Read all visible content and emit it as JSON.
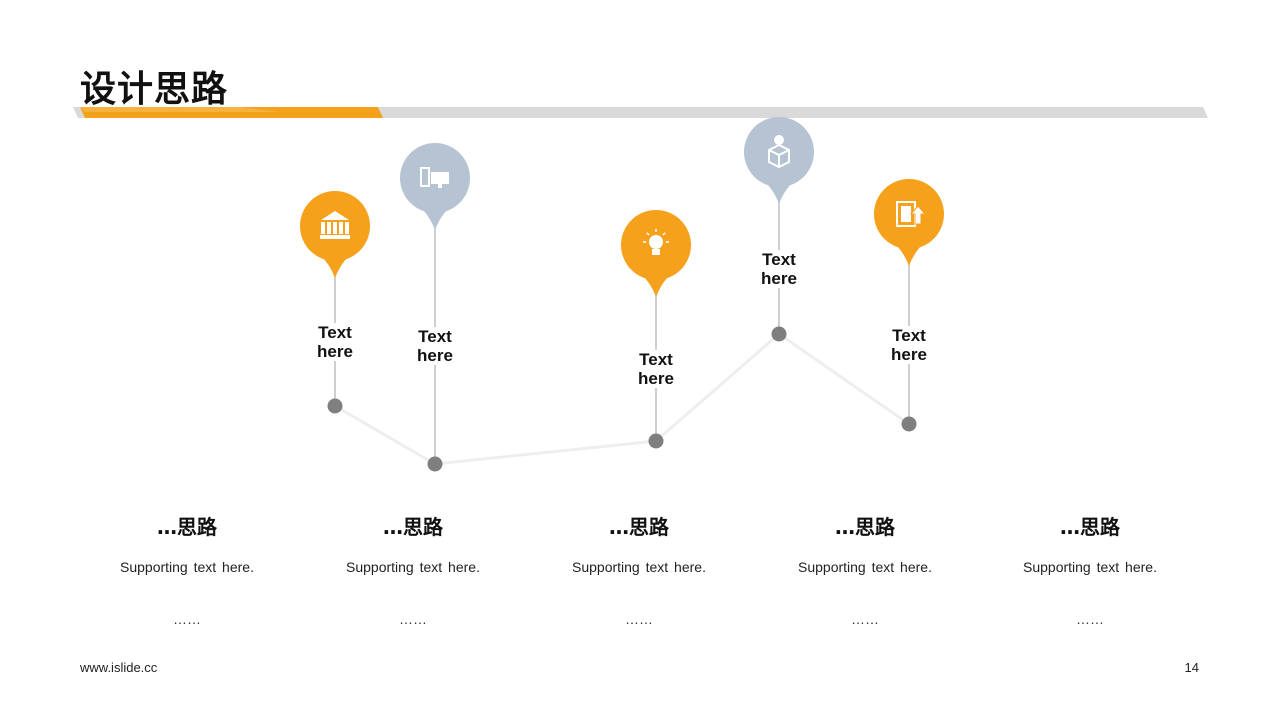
{
  "title": "设计思路",
  "colors": {
    "accent": "#F5A11C",
    "pin_gray": "#B6C3D3",
    "dot": "#7F7F7F",
    "connector": "#EEEEEE",
    "stem": "#BFBFBF",
    "bar_gray": "#D9D9D9"
  },
  "pins": [
    {
      "label": "Text here",
      "color": "accent",
      "icon": "bank-icon"
    },
    {
      "label": "Text here",
      "color": "pin_gray",
      "icon": "monitor-icon"
    },
    {
      "label": "Text here",
      "color": "accent",
      "icon": "lightbulb-icon"
    },
    {
      "label": "Text here",
      "color": "pin_gray",
      "icon": "money-box-icon"
    },
    {
      "label": "Text here",
      "color": "accent",
      "icon": "upload-document-icon"
    }
  ],
  "columns": [
    {
      "heading": "…思路",
      "text": "Supporting text here.",
      "ellipsis": "……"
    },
    {
      "heading": "…思路",
      "text": "Supporting text here.",
      "ellipsis": "……"
    },
    {
      "heading": "…思路",
      "text": "Supporting text here.",
      "ellipsis": "……"
    },
    {
      "heading": "…思路",
      "text": "Supporting text here.",
      "ellipsis": "……"
    },
    {
      "heading": "…思路",
      "text": "Supporting text here.",
      "ellipsis": "……"
    }
  ],
  "footer": {
    "website": "www.islide.cc",
    "page_number": "14"
  }
}
